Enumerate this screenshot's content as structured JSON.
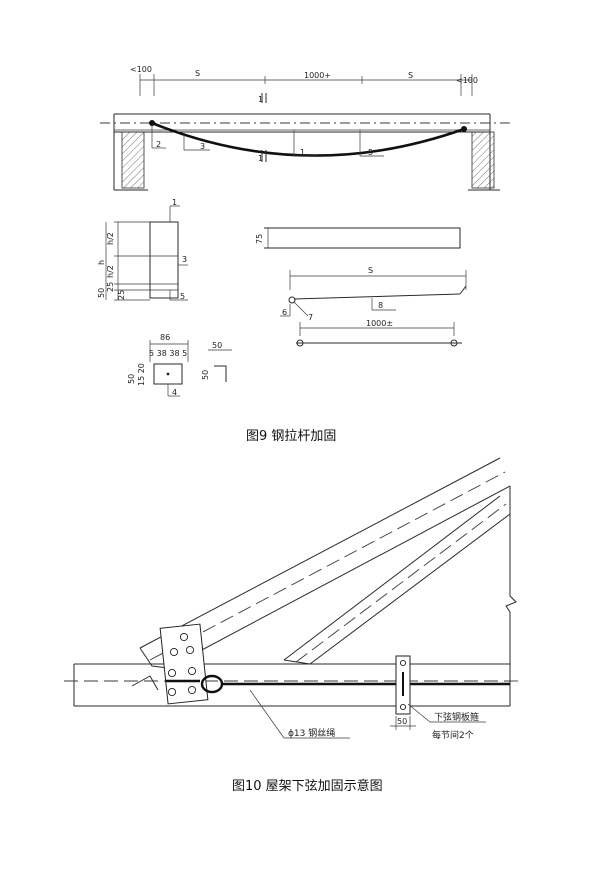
{
  "fig9": {
    "caption": "图9  钢拉杆加固",
    "dim_lt100_left": "<100",
    "dim_lt100_right": "<100",
    "dim_s_left": "S",
    "dim_s_right": "S",
    "dim_1000": "1000+",
    "dim_s_bottom": "S",
    "dim_1000_bottom": "1000±",
    "dim_75": "75",
    "dim_h": "h",
    "dim_h2_top": "h/2",
    "dim_h2_bot": "h/2",
    "dim_50": "50",
    "dim_25a": "25",
    "dim_25b": "25",
    "dim_86": "86",
    "dim_row": "5 38 38 5",
    "dim_50_top": "50",
    "dim_50_side": "50",
    "dim_50_left": "50",
    "dim_small": "15 20",
    "labels": [
      "1",
      "2",
      "3",
      "4",
      "5",
      "6",
      "7",
      "8"
    ],
    "section_mark": "1"
  },
  "fig10": {
    "caption": "图10  屋架下弦加固示意图",
    "wire_label": "ϕ13 钢丝绳",
    "hoop_label": "下弦钢板箍",
    "hoop_note": "每节间2个",
    "dim_50": "50"
  }
}
